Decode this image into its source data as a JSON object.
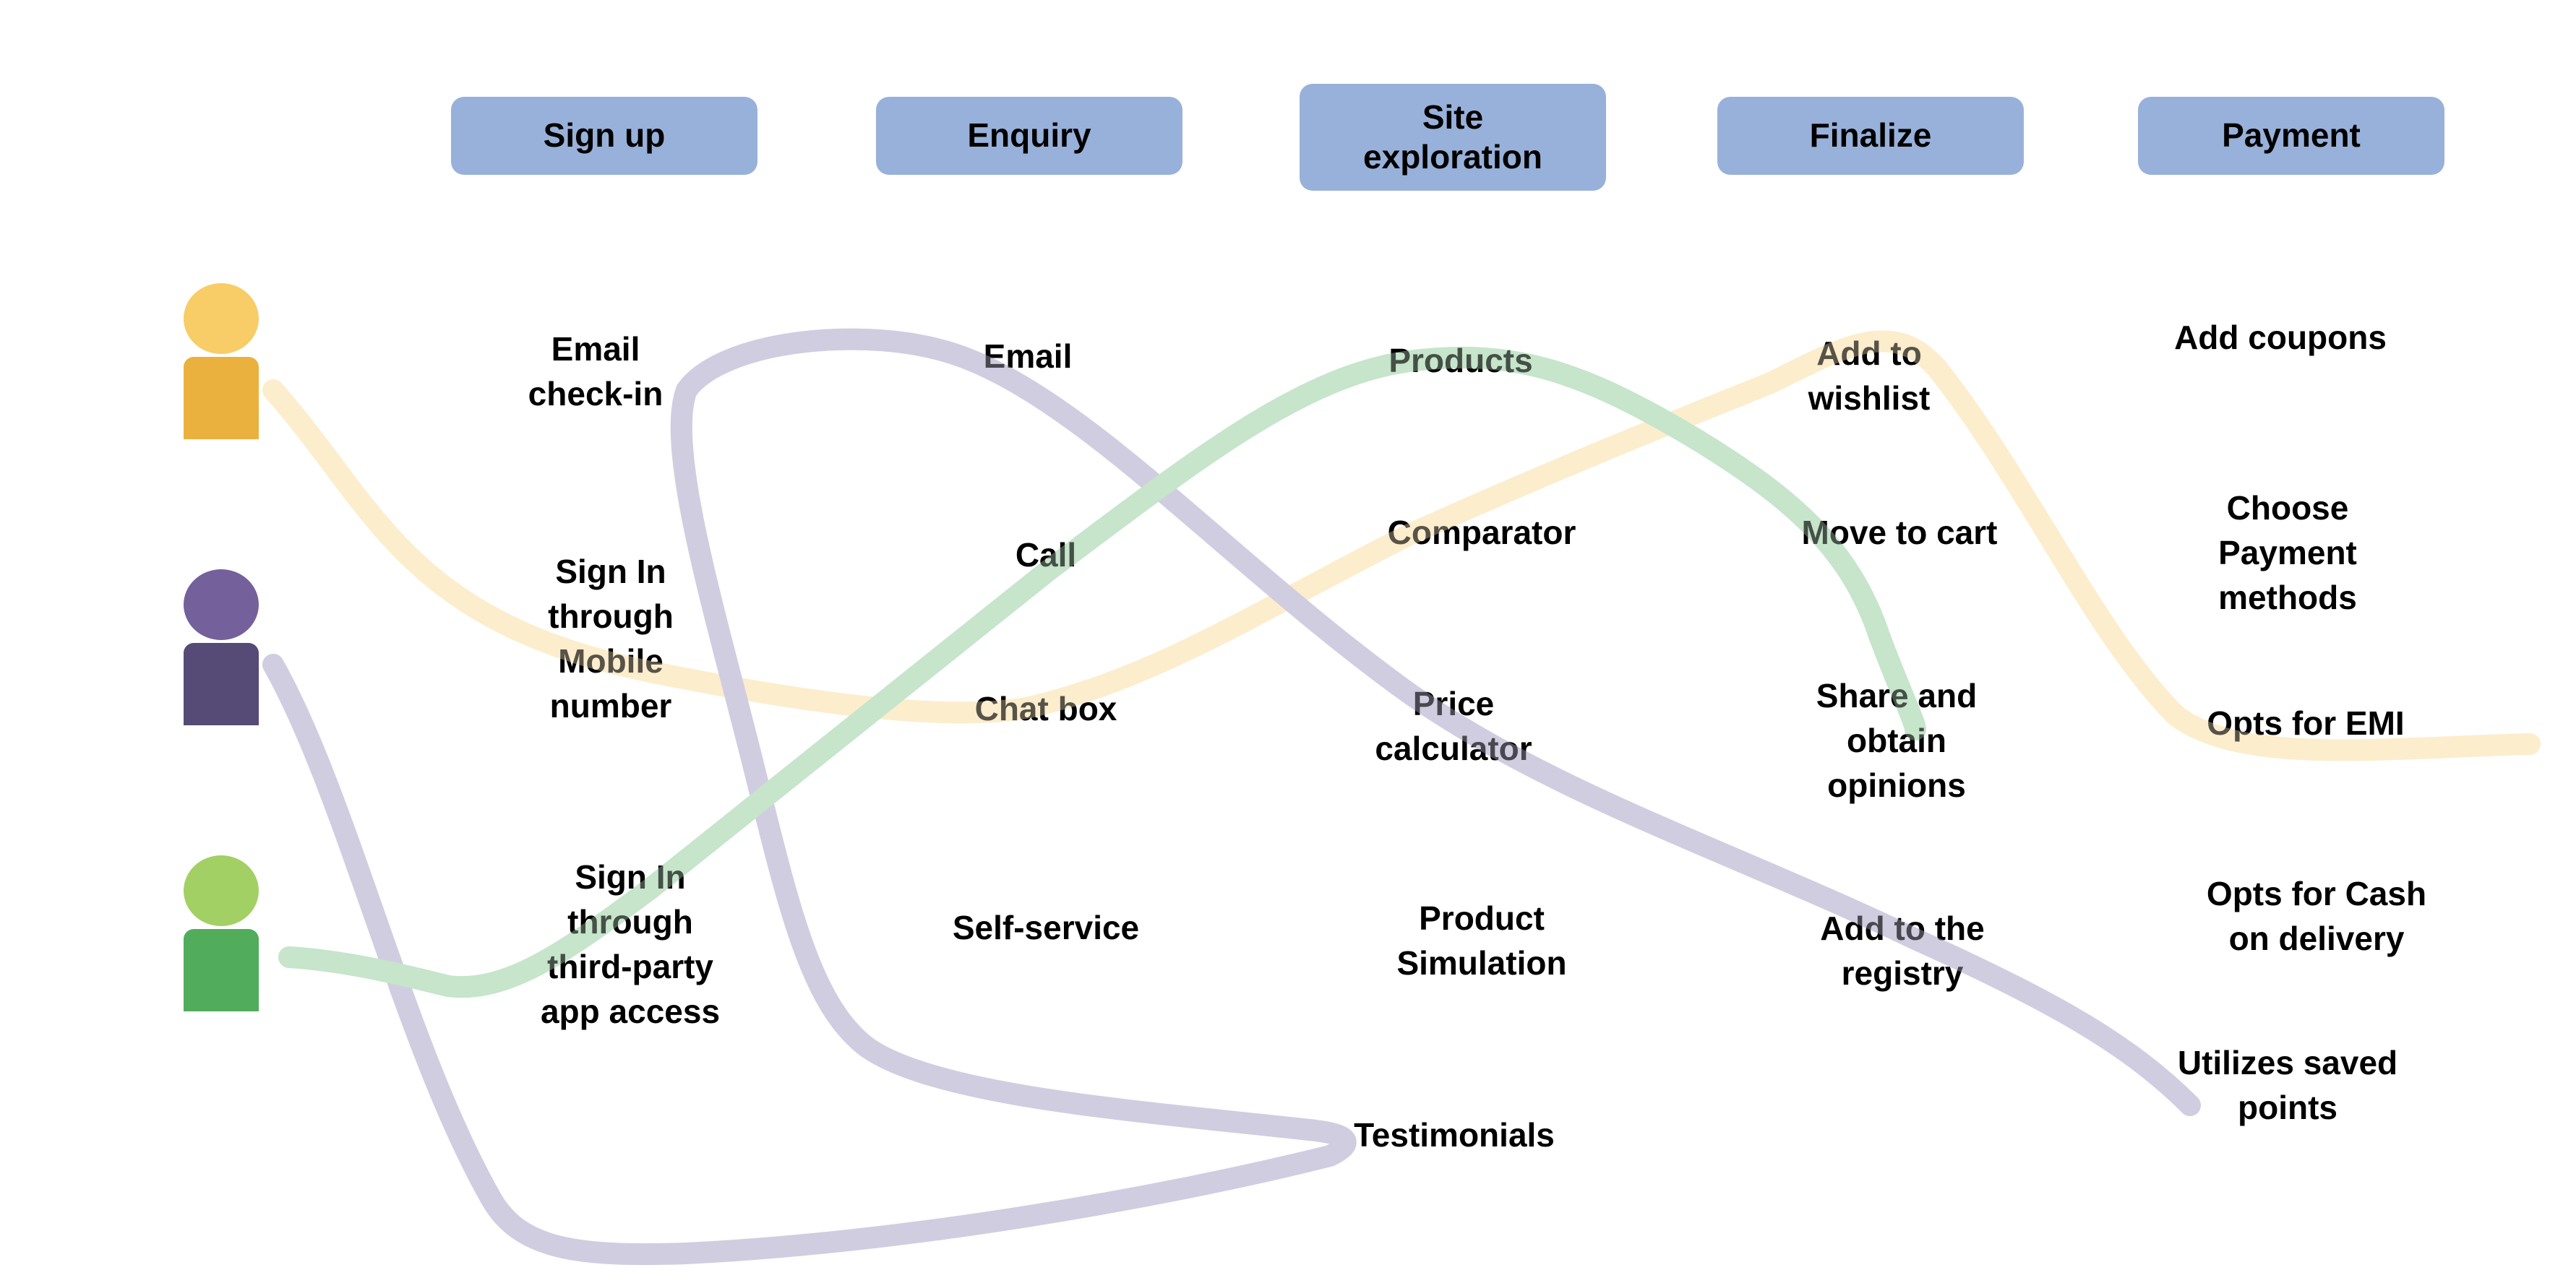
{
  "stages": [
    {
      "label": "Sign up"
    },
    {
      "label": "Enquiry"
    },
    {
      "label": "Site\nexploration"
    },
    {
      "label": "Finalize"
    },
    {
      "label": "Payment"
    }
  ],
  "colors": {
    "stage_box": "#98b1da",
    "persona_yellow_head": "#f8cc66",
    "persona_yellow_body": "#ebb13f",
    "persona_purple_head": "#74609a",
    "persona_purple_body": "#564a76",
    "persona_green_head": "#a2d064",
    "persona_green_body": "#51ac5c",
    "path_yellow": "#fcedcd",
    "path_purple": "#d0cde1",
    "path_green": "#c6e5cb"
  },
  "personas": [
    {
      "name": "yellow-persona"
    },
    {
      "name": "purple-persona"
    },
    {
      "name": "green-persona"
    }
  ],
  "touchpoints": {
    "sign_up": [
      "Email\ncheck-in",
      "Sign In\nthrough\nMobile\nnumber",
      "Sign In\nthrough\nthird-party\napp access"
    ],
    "enquiry": [
      "Email",
      "Call",
      "Chat box",
      "Self-service"
    ],
    "site_exploration": [
      "Products",
      "Comparator",
      "Price\ncalculator",
      "Product\nSimulation",
      "Testimonials"
    ],
    "finalize": [
      "Add to\nwishlist",
      "Move to cart",
      "Share and\nobtain\nopinions",
      "Add to the\nregistry"
    ],
    "payment": [
      "Add coupons",
      "Choose\nPayment\nmethods",
      "Opts for EMI",
      "Opts for Cash\non delivery",
      "Utilizes saved\npoints"
    ]
  },
  "journeys": [
    {
      "persona": "yellow",
      "steps": [
        "Sign In through Mobile number",
        "Chat box",
        "Comparator",
        "Add to wishlist",
        "Opts for EMI"
      ]
    },
    {
      "persona": "purple",
      "steps": [
        "Testimonials",
        "Email",
        "Price calculator",
        "Add to the registry",
        "Utilizes saved points"
      ]
    },
    {
      "persona": "green",
      "steps": [
        "Sign In through third-party app access",
        "Call",
        "Products",
        "Move to cart",
        "Share and obtain opinions"
      ]
    }
  ]
}
